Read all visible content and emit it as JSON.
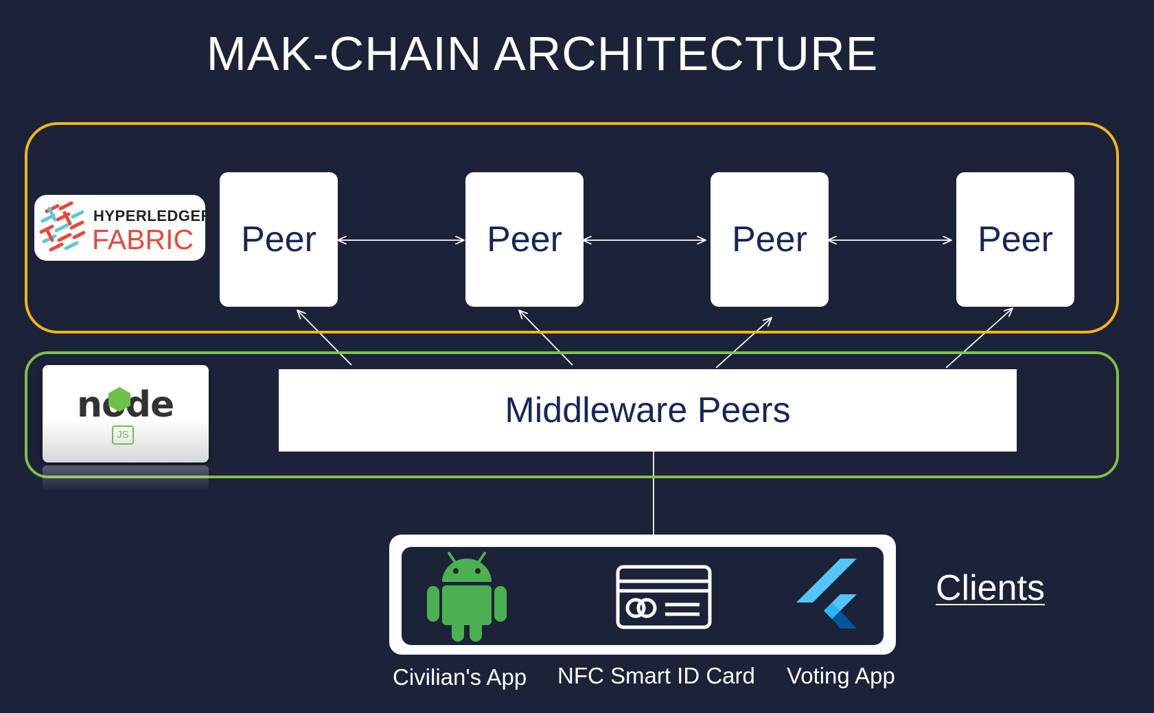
{
  "title": "MAK-CHAIN ARCHITECTURE",
  "hyperledger_logo": {
    "line1": "HYPERLEDGER",
    "line2": "FABRIC"
  },
  "node_logo": {
    "text": "node",
    "badge": "JS",
    "icon": "nodejs-logo"
  },
  "peers": [
    "Peer",
    "Peer",
    "Peer",
    "Peer"
  ],
  "middleware": {
    "label": "Middleware Peers"
  },
  "clients": {
    "heading": "Clients",
    "items": [
      {
        "label": "Civilian's App",
        "icon": "android-icon"
      },
      {
        "label": "NFC Smart ID Card",
        "icon": "id-card-icon"
      },
      {
        "label": "Voting App",
        "icon": "flutter-icon"
      }
    ]
  },
  "colors": {
    "background": "#1c2238",
    "fabric_border": "#f3b619",
    "middleware_border": "#7fbf4a",
    "text_dark": "#16265a",
    "fabric_red": "#e8483d",
    "android_green": "#4caf50",
    "flutter_blue": "#42a5f5"
  }
}
